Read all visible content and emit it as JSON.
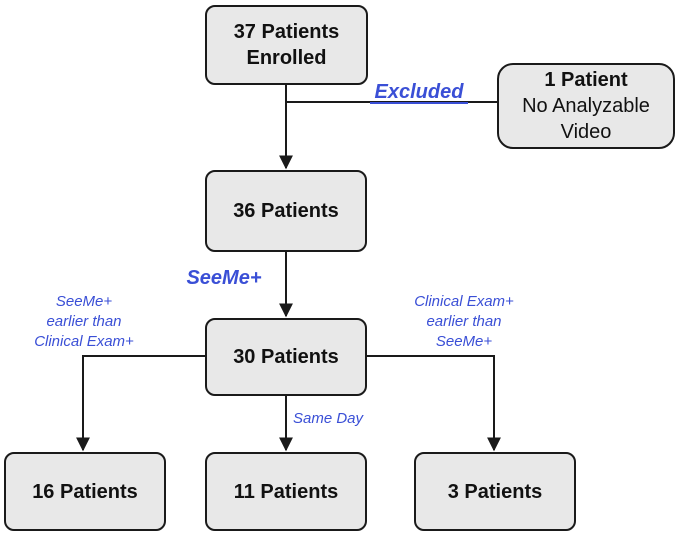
{
  "colors": {
    "label": "#3a4fd6",
    "box_fill": "#e8e8e8",
    "box_border": "#1a1a1a",
    "line": "#1a1a1a"
  },
  "nodes": {
    "enrolled": {
      "line1": "37 Patients",
      "line2": "Enrolled"
    },
    "excluded_box": {
      "line1": "1 Patient",
      "line2": "No Analyzable",
      "line3": "Video"
    },
    "p36": {
      "line1": "36 Patients"
    },
    "p30": {
      "line1": "30 Patients"
    },
    "p16": {
      "line1": "16 Patients"
    },
    "p11": {
      "line1": "11 Patients"
    },
    "p3": {
      "line1": "3 Patients"
    }
  },
  "edge_labels": {
    "excluded": "Excluded",
    "seeme": "SeeMe+",
    "left": {
      "l1": "SeeMe+",
      "l2": "earlier than",
      "l3": "Clinical Exam+"
    },
    "same_day": "Same Day",
    "right": {
      "l1": "Clinical Exam+",
      "l2": "earlier than",
      "l3": "SeeMe+"
    }
  }
}
